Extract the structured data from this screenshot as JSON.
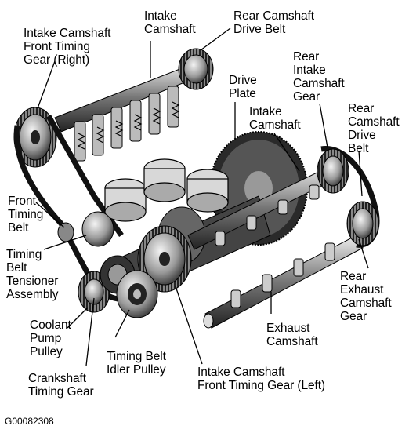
{
  "labels": {
    "intake_cam_front_gear_right": "Intake Camshaft\nFront Timing\nGear (Right)",
    "intake_camshaft_top": "Intake\nCamshaft",
    "rear_camshaft_drive_belt_top": "Rear Camshaft\nDrive Belt",
    "rear_intake_camshaft_gear": "Rear\nIntake\nCamshaft\nGear",
    "drive_plate": "Drive\nPlate",
    "intake_camshaft_mid": "Intake\nCamshaft",
    "rear_camshaft_drive_belt_right": "Rear\nCamshaft\nDrive\nBelt",
    "front_timing_belt": "Front\nTiming\nBelt",
    "timing_belt_tensioner": "Timing\nBelt\nTensioner\nAssembly",
    "rear_exhaust_camshaft_gear": "Rear\nExhaust\nCamshaft\nGear",
    "coolant_pump_pulley": "Coolant\nPump\nPulley",
    "exhaust_camshaft": "Exhaust\nCamshaft",
    "timing_belt_idler_pulley": "Timing Belt\nIdler Pulley",
    "crankshaft_timing_gear": "Crankshaft\nTiming Gear",
    "intake_cam_front_gear_left": "Intake Camshaft\nFront Timing Gear (Left)"
  },
  "figure_code": "G00082308"
}
